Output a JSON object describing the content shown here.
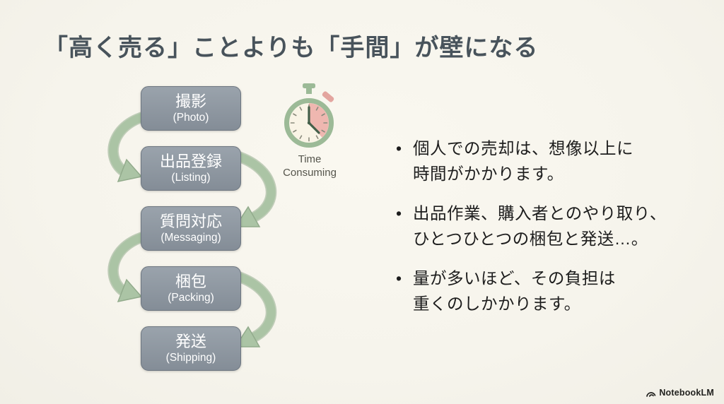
{
  "slide": {
    "title": "「高く売る」ことよりも「手間」が壁になる",
    "background_color": "#f6f4ec",
    "title_color": "#48535b"
  },
  "flowchart": {
    "box_color": "#8d96a0",
    "box_text_color": "#ffffff",
    "arrow_color": "#a9c2a3",
    "steps": [
      {
        "jp": "撮影",
        "en": "(Photo)"
      },
      {
        "jp": "出品登録",
        "en": "(Listing)"
      },
      {
        "jp": "質問対応",
        "en": "(Messaging)"
      },
      {
        "jp": "梱包",
        "en": "(Packing)"
      },
      {
        "jp": "発送",
        "en": "(Shipping)"
      }
    ]
  },
  "stopwatch": {
    "label": "Time\nConsuming",
    "body_color": "#9cba97",
    "face_color": "#f9f4e6",
    "accent_color": "#edaba6"
  },
  "bullets": {
    "marker": "•",
    "text_color": "#1d1d1d",
    "items": [
      {
        "text": "個人での売却は、想像以上に\n時間がかかります。"
      },
      {
        "text": "出品作業、購入者とのやり取り、\nひとつひとつの梱包と発送…。"
      },
      {
        "text": "量が多いほど、その負担は\n重くのしかかります。"
      }
    ]
  },
  "footer": {
    "brand": "NotebookLM"
  }
}
